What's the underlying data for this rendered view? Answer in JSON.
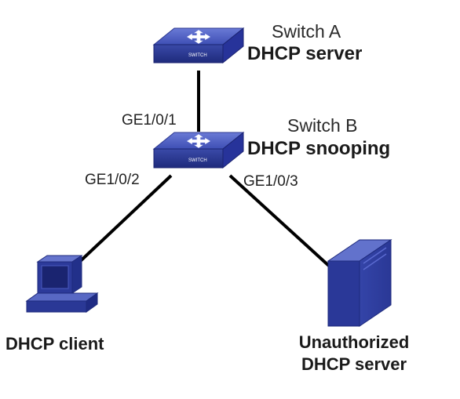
{
  "nodes": {
    "switch_a": {
      "name": "Switch A",
      "role": "DHCP server",
      "icon": "switch-icon",
      "icon_text": "SWITCH"
    },
    "switch_b": {
      "name": "Switch B",
      "role": "DHCP snooping",
      "icon": "switch-icon",
      "icon_text": "SWITCH"
    },
    "client": {
      "label": "DHCP client",
      "icon": "computer-icon"
    },
    "rogue_server": {
      "label_line1": "Unauthorized",
      "label_line2": "DHCP server",
      "icon": "server-tower-icon"
    }
  },
  "ports": {
    "uplink": "GE1/0/1",
    "client_port": "GE1/0/2",
    "rogue_port": "GE1/0/3"
  },
  "colors": {
    "device_top": "#4a5cc0",
    "device_side": "#2d3a9a",
    "device_front": "#1f2a80",
    "link": "#000000"
  }
}
